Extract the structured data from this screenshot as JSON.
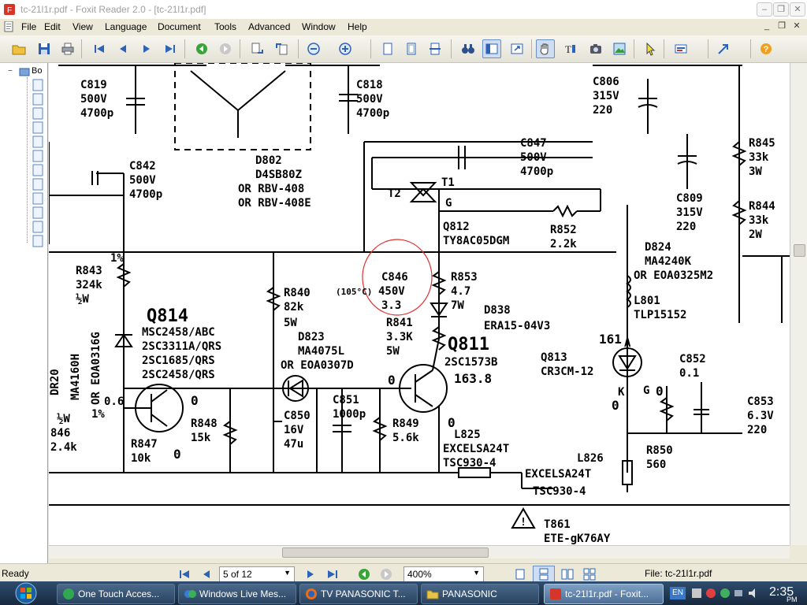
{
  "window": {
    "title": "tc-21l1r.pdf - Foxit Reader 2.0 - [tc-21l1r.pdf]",
    "minimize": "–",
    "restore": "❐",
    "close": "✕"
  },
  "menu": [
    "File",
    "Edit",
    "View",
    "Language",
    "Document",
    "Tools",
    "Advanced",
    "Window",
    "Help"
  ],
  "panel": {
    "bookmarks_label": "Bo",
    "collapse_glyph": "−"
  },
  "schematic": {
    "c819": [
      "C819",
      "500V",
      "4700p"
    ],
    "c818": [
      "C818",
      "500V",
      "4700p"
    ],
    "c806": [
      "C806",
      "315V",
      "220"
    ],
    "d802": [
      "D802",
      "D4SB80Z",
      "OR RBV-408",
      "OR RBV-408E"
    ],
    "c842": [
      "C842",
      "500V",
      "4700p"
    ],
    "c847": [
      "C847",
      "500V",
      "4700p"
    ],
    "r845": [
      "R845",
      "33k",
      "3W"
    ],
    "r844": [
      "R844",
      "33k",
      "2W"
    ],
    "c809": [
      "C809",
      "315V",
      "220"
    ],
    "t2": "T2",
    "t1": "T1",
    "g": "G",
    "q812": [
      "Q812",
      "TY8AC05DGM"
    ],
    "r852": [
      "R852",
      "2.2k"
    ],
    "d824": [
      "D824",
      "MA4240K",
      "OR EOA0325M2"
    ],
    "l801": [
      "L801",
      "TLP15152"
    ],
    "pct1": "1%",
    "r843": [
      "R843",
      "324k",
      "½W"
    ],
    "side_part": [
      "DR20",
      "MA4160H",
      "OR EOA0316G"
    ],
    "c846": [
      "C846",
      "450V",
      "3.3"
    ],
    "temp": "(105°C)",
    "r853": [
      "R853",
      "4.7",
      "7W"
    ],
    "d838": [
      "D838",
      "ERA15-04V3"
    ],
    "r841": [
      "R841",
      "3.3K",
      "5W"
    ],
    "q811": [
      "Q811",
      "2SC1573B",
      "163.8"
    ],
    "r840": [
      "R840",
      "82k",
      "5W"
    ],
    "d823": [
      "D823",
      "MA4075L",
      "OR EOA0307D"
    ],
    "q814": [
      "Q814",
      "MSC2458/ABC",
      "2SC3311A/QRS",
      "2SC1685/QRS",
      "2SC2458/QRS"
    ],
    "v_q814_base": "0.6",
    "v_q814_c": "0",
    "v_q811_b": "0",
    "v_q811_e": "0",
    "q813": [
      "Q813",
      "CR3CM-12"
    ],
    "v161": "161",
    "k": "K",
    "a": "A",
    "v_q813_g": "0",
    "v_q813_k": "0",
    "c852": [
      "C852",
      "0.1"
    ],
    "c853": [
      "C853",
      "6.3V",
      "220"
    ],
    "r848": [
      "R848",
      "15k"
    ],
    "r847": [
      "R847",
      "10k"
    ],
    "c850": [
      "C850",
      "16V",
      "47u"
    ],
    "c851": [
      "C851",
      "1000p"
    ],
    "r849": [
      "R849",
      "5.6k"
    ],
    "r846": [
      "½W",
      "846",
      "2.4k"
    ],
    "pct2": "1%",
    "v_small": "0",
    "l825": [
      "L825",
      "EXCELSA24T",
      "TSC930-4"
    ],
    "l826": [
      "L826",
      "EXCELSA24T",
      "TSC930-4"
    ],
    "r850": [
      "R850",
      "560"
    ],
    "t861": [
      "T861",
      "ETE-gK76AY"
    ]
  },
  "status": {
    "ready": "Ready",
    "page": "5 of 12",
    "zoom": "400%",
    "file": "File: tc-21l1r.pdf"
  },
  "taskbar": {
    "items": [
      {
        "label": "One Touch Acces...",
        "color": "#2fa84f"
      },
      {
        "label": "Windows Live Mes...",
        "color": "#3a7bd5"
      },
      {
        "label": "TV PANASONIC T...",
        "color": "#e86c1a"
      },
      {
        "label": "PANASONIC",
        "color": "#e8c24a"
      },
      {
        "label": "tc-21l1r.pdf - Foxit...",
        "color": "#d6352a"
      }
    ],
    "lang": "EN",
    "time": "2:35",
    "ampm": "PM"
  }
}
